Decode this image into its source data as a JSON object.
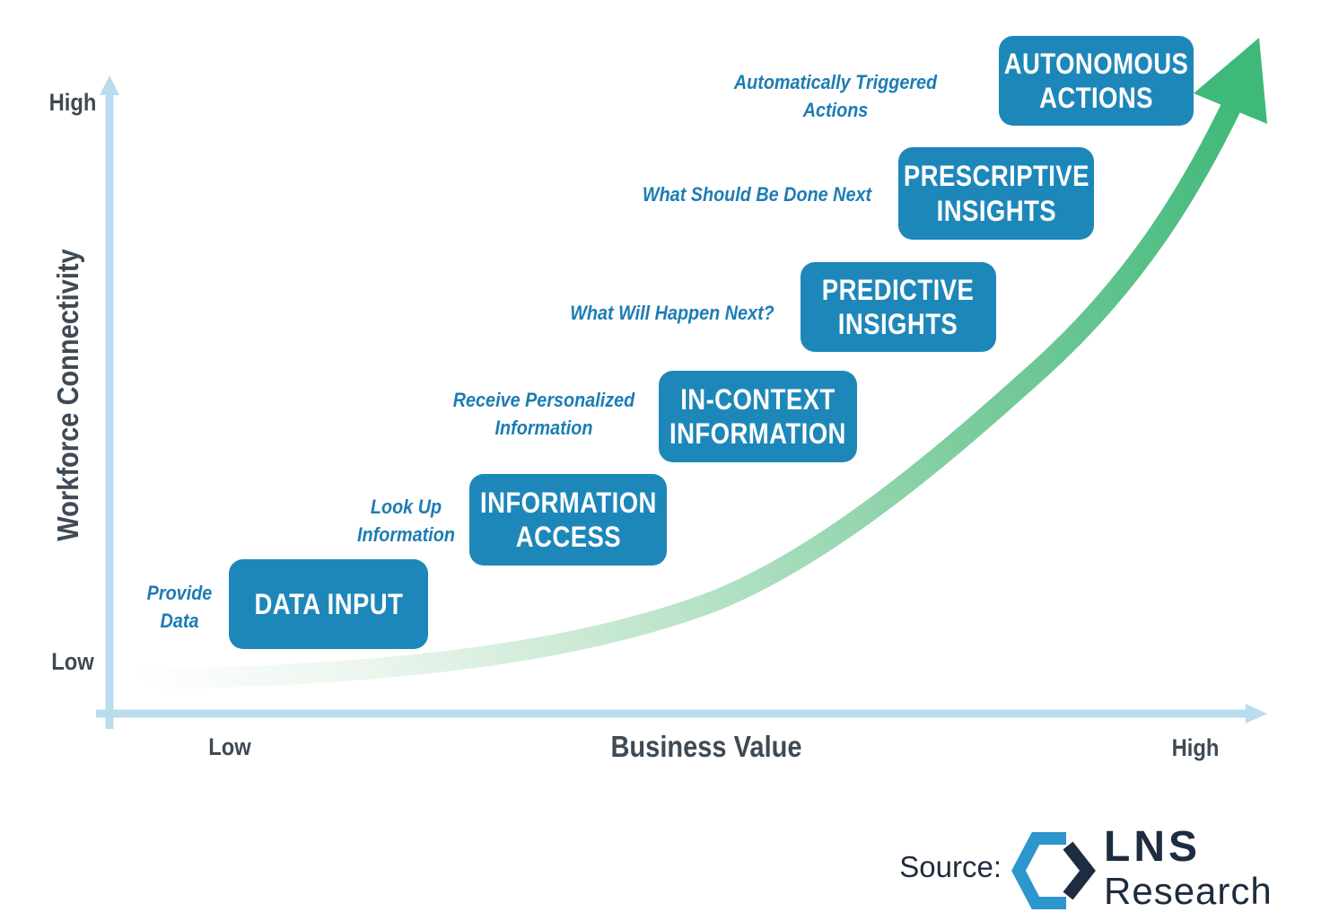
{
  "chart": {
    "title_none": "",
    "y_axis": {
      "label": "Workforce Connectivity",
      "high": "High",
      "low": "Low"
    },
    "x_axis": {
      "label": "Business Value",
      "low": "Low",
      "high": "High"
    },
    "stages": [
      {
        "description": "Provide\nData",
        "box_label": "DATA INPUT"
      },
      {
        "description": "Look Up\nInformation",
        "box_label": "INFORMATION\nACCESS"
      },
      {
        "description": "Receive Personalized\nInformation",
        "box_label": "IN-CONTEXT\nINFORMATION"
      },
      {
        "description": "What Will Happen Next?",
        "box_label": "PREDICTIVE\nINSIGHTS"
      },
      {
        "description": "What Should Be Done Next",
        "box_label": "PRESCRIPTIVE\nINSIGHTS"
      },
      {
        "description": "Automatically Triggered Actions",
        "box_label": "AUTONOMOUS\nACTIONS"
      }
    ],
    "colors": {
      "box_blue": "#1e87b9",
      "label_blue": "#1d7cb4",
      "axis_blue": "#b9dcee",
      "curve_green": "#3fb97a",
      "text_dark": "#3e4a55",
      "brand_navy": "#1d2c3e",
      "logo_blue": "#2d96cc"
    }
  },
  "source": {
    "label": "Source:",
    "brand_name": "LNS",
    "brand_sub": "Research"
  }
}
